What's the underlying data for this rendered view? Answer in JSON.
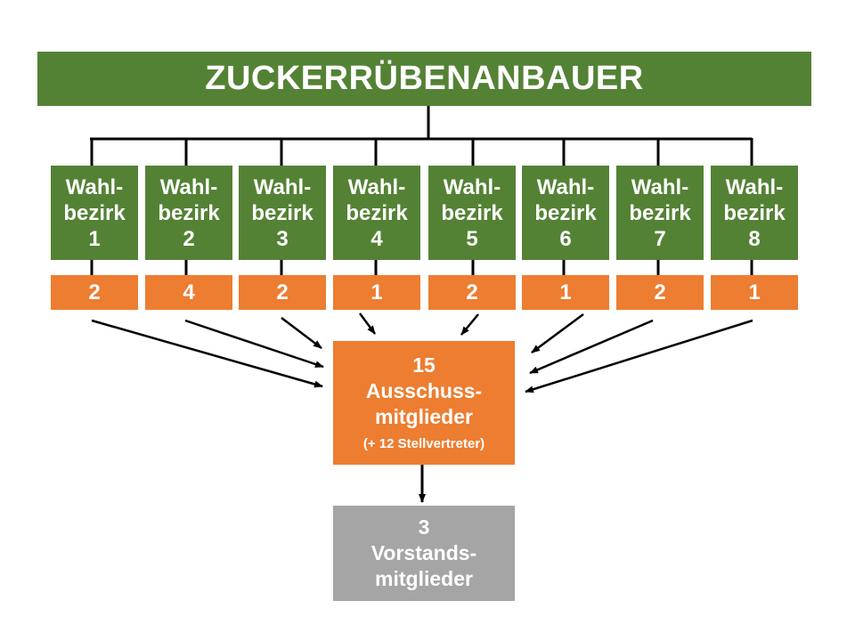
{
  "title": "ZUCKERRÜBENANBAUER",
  "districts": [
    {
      "line1": "Wahl-",
      "line2": "bezirk",
      "number": "1",
      "seats": "2"
    },
    {
      "line1": "Wahl-",
      "line2": "bezirk",
      "number": "2",
      "seats": "4"
    },
    {
      "line1": "Wahl-",
      "line2": "bezirk",
      "number": "3",
      "seats": "2"
    },
    {
      "line1": "Wahl-",
      "line2": "bezirk",
      "number": "4",
      "seats": "1"
    },
    {
      "line1": "Wahl-",
      "line2": "bezirk",
      "number": "5",
      "seats": "2"
    },
    {
      "line1": "Wahl-",
      "line2": "bezirk",
      "number": "6",
      "seats": "1"
    },
    {
      "line1": "Wahl-",
      "line2": "bezirk",
      "number": "7",
      "seats": "2"
    },
    {
      "line1": "Wahl-",
      "line2": "bezirk",
      "number": "8",
      "seats": "1"
    }
  ],
  "committee": {
    "count": "15",
    "line1": "Ausschuss-",
    "line2": "mitglieder",
    "note": "(+ 12 Stellvertreter)"
  },
  "board": {
    "count": "3",
    "line1": "Vorstands-",
    "line2": "mitglieder"
  },
  "colors": {
    "green": "#548235",
    "orange": "#ED7D31",
    "gray": "#A5A5A5",
    "line": "#000000"
  }
}
